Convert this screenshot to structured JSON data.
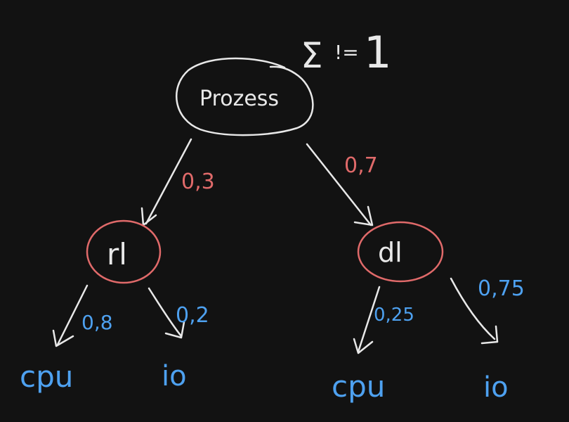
{
  "constraint": {
    "sigma": "Σ",
    "symbol": "!=",
    "value": "1"
  },
  "nodes": {
    "root": {
      "label": "Prozess"
    },
    "rl": {
      "label": "rl"
    },
    "dl": {
      "label": "dl"
    }
  },
  "edges": {
    "root_to_rl": {
      "prob": "0,3"
    },
    "root_to_dl": {
      "prob": "0,7"
    },
    "rl_to_cpu": {
      "prob": "0,8"
    },
    "rl_to_io": {
      "prob": "0,2"
    },
    "dl_to_cpu": {
      "prob": "0,25"
    },
    "dl_to_io": {
      "prob": "0,75"
    }
  },
  "leaves": {
    "rl_cpu": {
      "label": "cpu"
    },
    "rl_io": {
      "label": "io"
    },
    "dl_cpu": {
      "label": "cpu"
    },
    "dl_io": {
      "label": "io"
    }
  },
  "colors": {
    "background": "#121212",
    "ink_white": "#e8e8e8",
    "ink_red": "#e06a6a",
    "ink_blue": "#4ea1f0"
  }
}
